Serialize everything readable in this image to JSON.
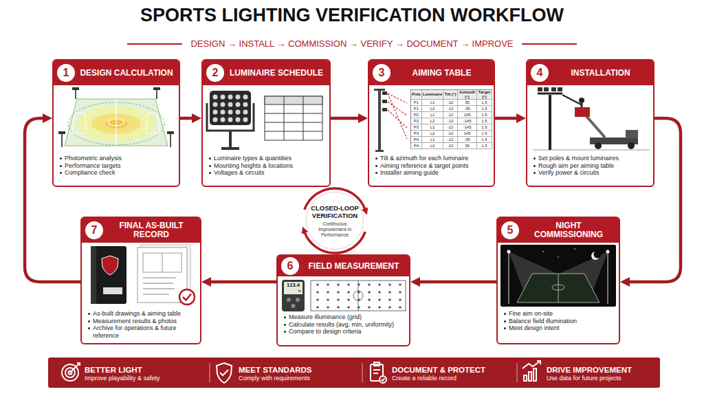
{
  "diagram": {
    "title": "SPORTS LIGHTING VERIFICATION WORKFLOW",
    "nodes": [
      {
        "text": [
          "DESIGN CALCULATION",
          "Photometric analysis",
          "Performance targets",
          "Compliance check"
        ]
      },
      {
        "text": [
          "1"
        ],
        "in": 0
      },
      {
        "text": [
          "LUMINAIRE SCHEDULE",
          "Luminaire types & quantities",
          "Mounting heights & locations",
          "Voltages & circuits"
        ]
      },
      {
        "text": [
          "2"
        ],
        "in": 2
      },
      {
        "text": [
          "AIMING TABLE",
          "Tilt & azimuth for each luminaire",
          "Aiming reference & target points",
          "Installer aiming guide"
        ]
      },
      {
        "text": [
          "3"
        ],
        "in": 4
      },
      {
        "text": [
          "INSTALLATION",
          "Set poles & mount luminaires",
          "Rough aim per aiming table",
          "Verify power & circuits"
        ]
      },
      {
        "text": [
          "4"
        ],
        "in": 6
      },
      {
        "text": [
          "NIGHT COMMISSIONING",
          "Fine aim on-site",
          "Balance field illumination",
          "Meet design intent"
        ]
      },
      {
        "text": [
          "5"
        ],
        "in": 8
      },
      {
        "text": [
          "FIELD MEASUREMENT",
          "Measure illuminance (grid)",
          "Calculate results (avg, min, uniformity)",
          "Compare to design criteria"
        ]
      },
      {
        "text": [
          "6"
        ],
        "in": 10
      },
      {
        "text": [
          "FINAL AS-BUILT RECORD",
          "As-built drawings & aiming table",
          "Measurement results & photos",
          "Archive for operations & future reference"
        ]
      },
      {
        "text": [
          "7"
        ],
        "in": 12
      },
      {
        "text": [
          "CLOSED-LOOP VERIFICATION",
          "Continuous Improvement in Performance"
        ]
      },
      {
        "text": [
          "BETTER LIGHT",
          "Improve playability & safety"
        ]
      },
      {
        "text": [
          "MEET STANDARDS",
          "Comply with requirements"
        ]
      },
      {
        "text": [
          "DOCUMENT & PROTECT",
          "Create a reliable record"
        ]
      },
      {
        "text": [
          "DRIVE IMPROVEMENT",
          "Use data for future projects"
        ]
      }
    ],
    "edges": [
      {
        "from": 0,
        "to": 2,
        "arrow": "to"
      },
      {
        "from": 2,
        "to": 4,
        "arrow": "to"
      },
      {
        "from": 4,
        "to": 6,
        "arrow": "to"
      },
      {
        "from": 6,
        "to": 8,
        "arrow": "to"
      },
      {
        "from": 8,
        "to": 10,
        "arrow": "to"
      },
      {
        "from": 10,
        "to": 12,
        "arrow": "to"
      },
      {
        "from": 12,
        "to": 0,
        "arrow": "to"
      }
    ],
    "labels": [
      "DESIGN → INSTALL → COMMISSION → VERIFY → DOCUMENT → IMPROVE",
      "Pole",
      "Luminaire",
      "Tilt (°)",
      "Azimuth (°)",
      "Target (°)",
      "P1",
      "L1",
      "-12",
      "35",
      "1.5",
      "P1",
      "L2",
      "-12",
      "-35",
      "1.5",
      "P2",
      "L1",
      "-12",
      "145",
      "1.5",
      "P2",
      "L2",
      "-12",
      "-145",
      "1.5",
      "P3",
      "L1",
      "-12",
      "-145",
      "1.5",
      "P3",
      "L2",
      "-12",
      "145",
      "1.5",
      "P4",
      "L1",
      "-12",
      "-35",
      "1.5",
      "P4",
      "L2",
      "-12",
      "35",
      "1.5",
      "123.4",
      "lx"
    ]
  }
}
